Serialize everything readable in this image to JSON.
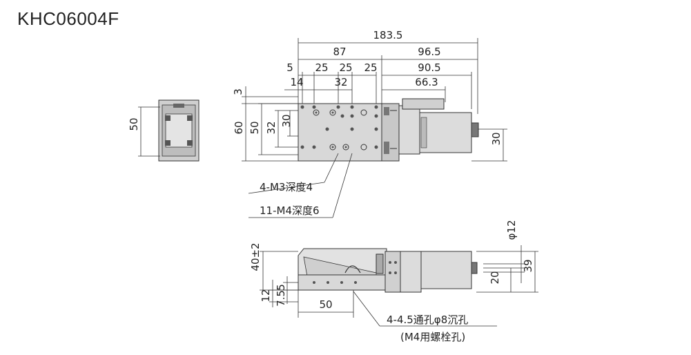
{
  "title": "KHC06004F",
  "top_view": {
    "dims_h": [
      "183.5",
      "87",
      "96.5",
      "90.5",
      "5",
      "25",
      "25",
      "25",
      "66.3",
      "14",
      "32"
    ],
    "dims_v": [
      "3",
      "60",
      "50",
      "32",
      "30",
      "30"
    ]
  },
  "side_view": {
    "dim_v": "50"
  },
  "front_view": {
    "dims_v": [
      "40±2",
      "12",
      "7.5",
      "5",
      "20",
      "39"
    ],
    "dim_h": "50",
    "dim_dia": "φ12"
  },
  "callouts": {
    "m3": "4-M3深度4",
    "m4": "11-M4深度6",
    "through": "4-4.5通孔φ8沉孔",
    "through_sub": "(M4用螺栓孔)"
  }
}
